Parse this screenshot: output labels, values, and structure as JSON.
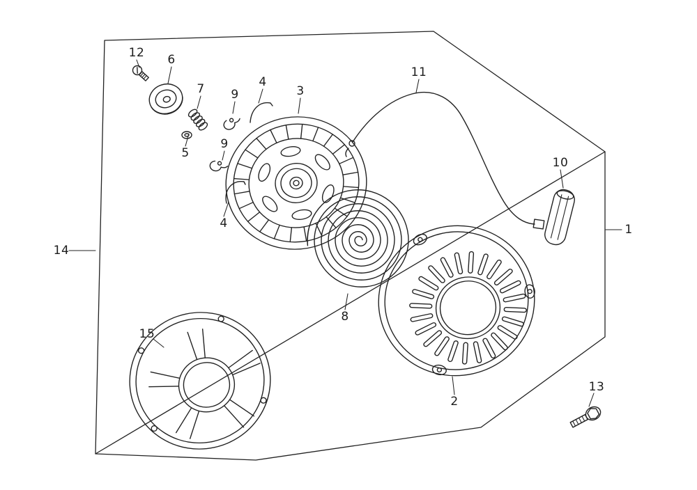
{
  "diagram": {
    "colors": {
      "line": "#222222",
      "background": "#ffffff"
    },
    "callouts": [
      {
        "label": "12"
      },
      {
        "label": "6"
      },
      {
        "label": "7"
      },
      {
        "label": "9"
      },
      {
        "label": "4"
      },
      {
        "label": "3"
      },
      {
        "label": "11"
      },
      {
        "label": "10"
      },
      {
        "label": "1"
      },
      {
        "label": "5"
      },
      {
        "label": "9"
      },
      {
        "label": "4"
      },
      {
        "label": "14"
      },
      {
        "label": "8"
      },
      {
        "label": "15"
      },
      {
        "label": "2"
      },
      {
        "label": "13"
      }
    ]
  }
}
